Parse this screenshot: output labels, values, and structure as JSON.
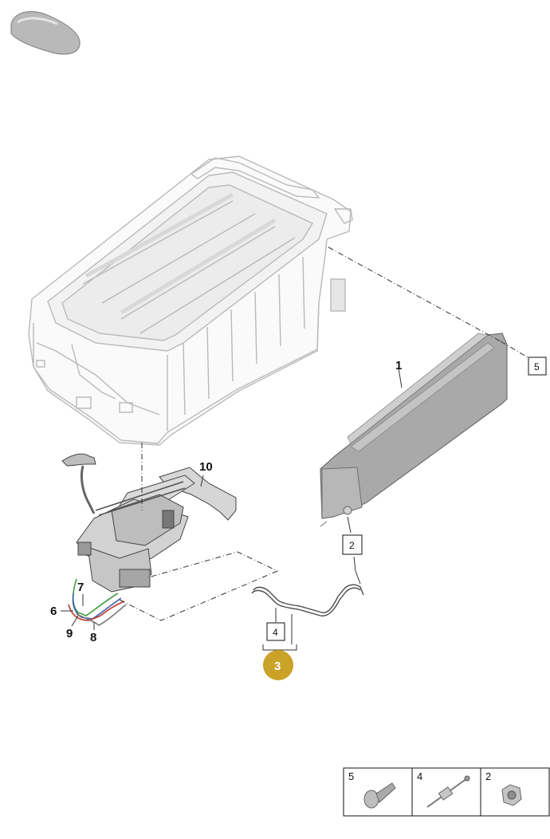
{
  "diagram": {
    "callouts": {
      "c1": "1",
      "c10": "10",
      "c7": "7",
      "c6": "6",
      "c9": "9",
      "c8": "8"
    },
    "boxed_callouts": {
      "b5": "5",
      "b2": "2",
      "b4": "4"
    },
    "highlight": {
      "label": "3",
      "color": "#c9a227"
    },
    "legend": [
      {
        "number": "5",
        "icon": "bolt-icon"
      },
      {
        "number": "4",
        "icon": "cable-clip-icon"
      },
      {
        "number": "2",
        "icon": "nut-icon"
      }
    ],
    "colors": {
      "wire_green": "#3f9f3f",
      "wire_blue": "#3b5fb0",
      "wire_red": "#c0392b",
      "part_grey": "#8e8e8e"
    }
  }
}
